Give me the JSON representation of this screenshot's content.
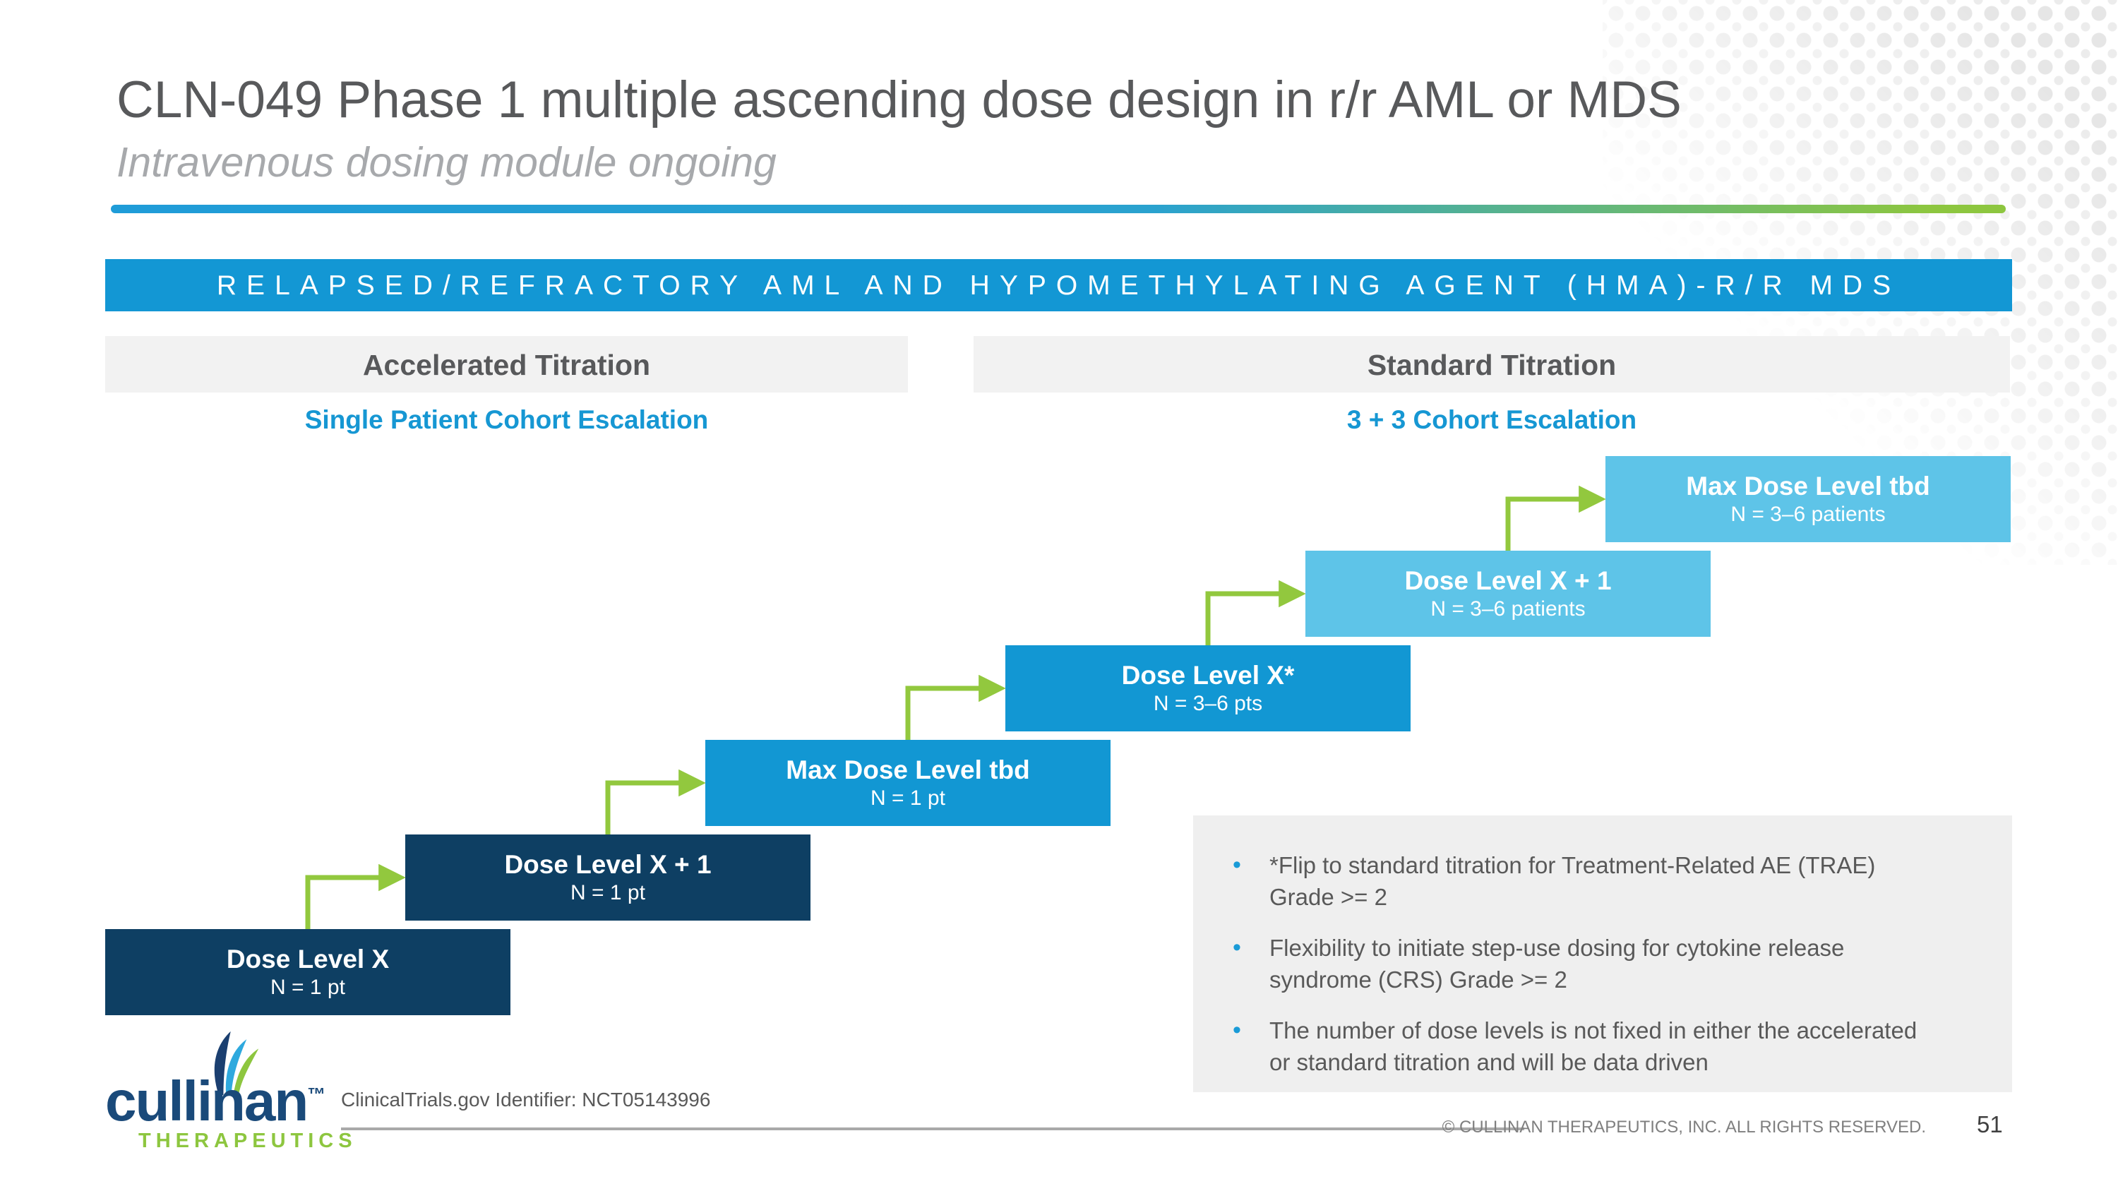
{
  "header": {
    "title": "CLN-049 Phase 1 multiple ascending dose design in r/r AML or MDS",
    "subtitle": "Intravenous dosing module ongoing"
  },
  "banner": {
    "label": "RELAPSED/REFRACTORY AML AND HYPOMETHYLATING AGENT (HMA)-R/R MDS"
  },
  "columns": {
    "accelerated": {
      "header": "Accelerated Titration",
      "subheader": "Single Patient Cohort Escalation"
    },
    "standard": {
      "header": "Standard Titration",
      "subheader": "3 + 3 Cohort Escalation"
    }
  },
  "dose_boxes": [
    {
      "label": "Dose Level X",
      "n": "N = 1 pt",
      "tier": "navy"
    },
    {
      "label": "Dose Level X + 1",
      "n": "N = 1 pt",
      "tier": "navy"
    },
    {
      "label": "Max Dose Level tbd",
      "n": "N = 1 pt",
      "tier": "medium-blue"
    },
    {
      "label": "Dose Level X*",
      "n": "N = 3–6 pts",
      "tier": "medium-blue"
    },
    {
      "label": "Dose Level X + 1",
      "n": "N = 3–6 patients",
      "tier": "light-blue"
    },
    {
      "label": "Max Dose Level tbd",
      "n": "N = 3–6 patients",
      "tier": "light-blue"
    }
  ],
  "notes": {
    "bullet_glyph": "•",
    "bullets": [
      "*Flip to standard titration for Treatment-Related AE (TRAE)\nGrade >= 2",
      "Flexibility to initiate step-use dosing for cytokine release\nsyndrome (CRS) Grade >= 2",
      "The number of dose levels is not fixed in either the accelerated\nor standard titration and will be data driven"
    ]
  },
  "logo": {
    "wordmark": "cullinan",
    "tm": "™",
    "sub": "THERAPEUTICS"
  },
  "footer": {
    "clinical_trials": "ClinicalTrials.gov Identifier: NCT05143996",
    "copyright": "© CULLINAN THERAPEUTICS, INC. ALL RIGHTS RESERVED.",
    "page_number": "51"
  },
  "colors": {
    "banner_blue": "#1397d4",
    "navy_box": "#0e3f63",
    "medium_blue_box": "#1297d3",
    "light_blue_box": "#5ec4e8",
    "arrow_green": "#92c83e",
    "accent_green": "#8dc63f",
    "logo_navy": "#1a4a7a",
    "title_gray": "#58595b",
    "subtitle_gray": "#a7a9ac",
    "bar_gray": "#f2f2f2",
    "panel_gray": "#efefef"
  }
}
